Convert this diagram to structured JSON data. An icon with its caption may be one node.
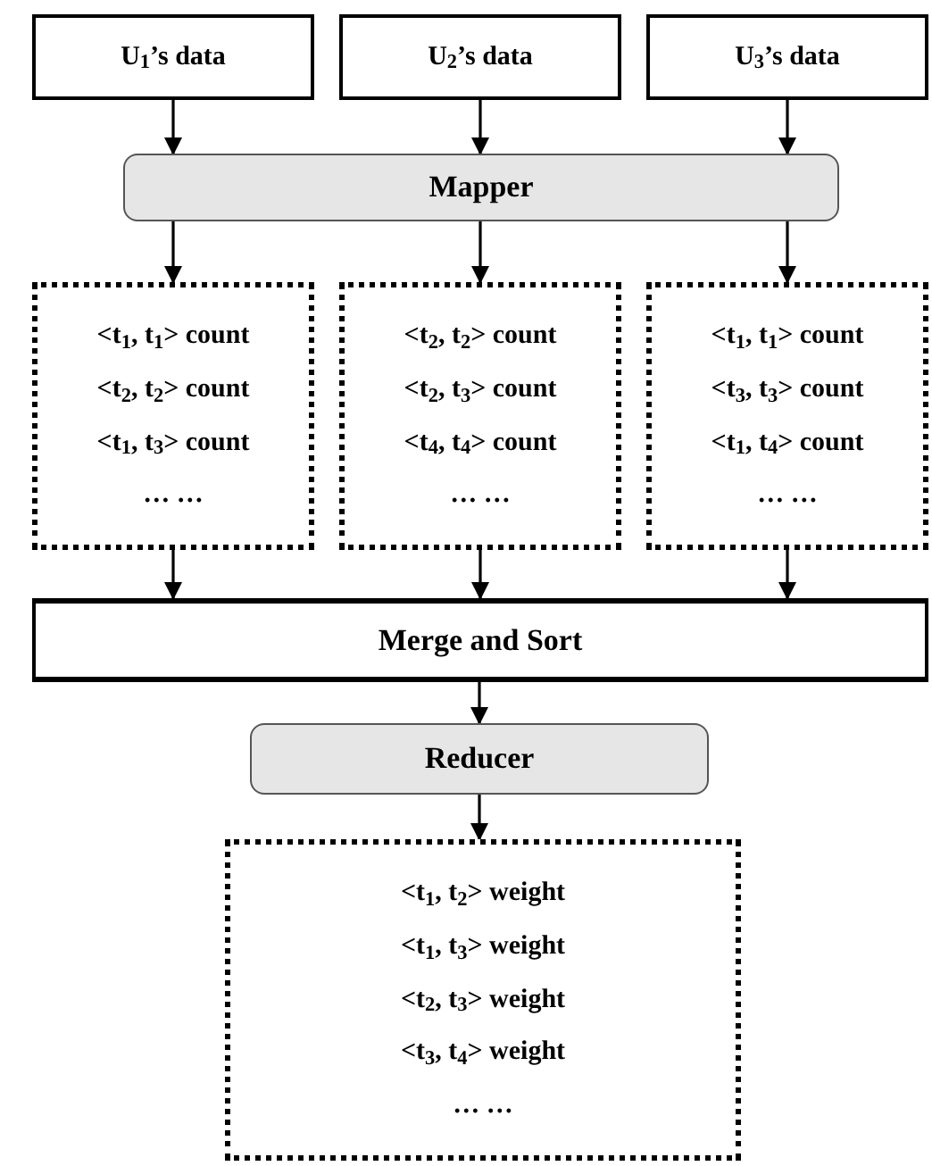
{
  "diagram": {
    "nodes": [
      {
        "text": [
          "U$_{1}$’s data"
        ]
      },
      {
        "text": [
          "U$_{2}$’s data"
        ]
      },
      {
        "text": [
          "U$_{3}$’s data"
        ]
      },
      {
        "text": [
          "Mapper"
        ]
      },
      {
        "text": [
          "<t$_{1}$, t$_{1}$> count",
          "<t$_{2}$, t$_{2}$> count",
          "<t$_{1}$, t$_{3}$> count",
          "… …"
        ]
      },
      {
        "text": [
          "<t$_{2}$, t$_{2}$> count",
          "<t$_{2}$, t$_{3}$> count",
          "<t$_{4}$, t$_{4}$> count",
          "… …"
        ]
      },
      {
        "text": [
          "<t$_{1}$, t$_{1}$> count",
          "<t$_{3}$, t$_{3}$> count",
          "<t$_{1}$, t$_{4}$> count",
          "… …"
        ]
      },
      {
        "text": [
          "Merge and Sort"
        ]
      },
      {
        "text": [
          "Reducer"
        ]
      },
      {
        "text": [
          "<t$_{1}$, t$_{2}$> weight",
          "<t$_{1}$, t$_{3}$> weight",
          "<t$_{2}$, t$_{3}$> weight",
          "<t$_{3}$, t$_{4}$> weight",
          "… …"
        ]
      }
    ],
    "edges": [
      {
        "from": 0,
        "to": 3,
        "arrow": "to"
      },
      {
        "from": 1,
        "to": 3,
        "arrow": "to"
      },
      {
        "from": 2,
        "to": 3,
        "arrow": "to"
      },
      {
        "from": 3,
        "to": 4,
        "arrow": "to"
      },
      {
        "from": 3,
        "to": 5,
        "arrow": "to"
      },
      {
        "from": 3,
        "to": 6,
        "arrow": "to"
      },
      {
        "from": 4,
        "to": 7,
        "arrow": "to"
      },
      {
        "from": 5,
        "to": 7,
        "arrow": "to"
      },
      {
        "from": 6,
        "to": 7,
        "arrow": "to"
      },
      {
        "from": 7,
        "to": 8,
        "arrow": "to"
      },
      {
        "from": 8,
        "to": 9,
        "arrow": "to"
      }
    ]
  }
}
